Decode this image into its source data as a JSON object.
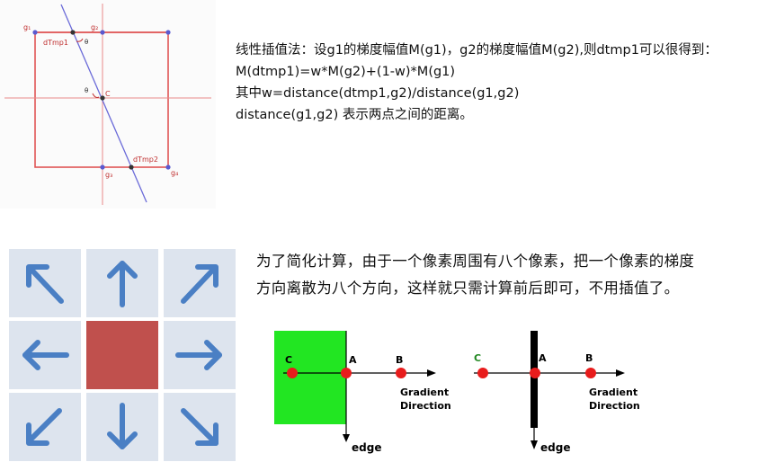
{
  "interp_diagram": {
    "labels": {
      "g1": "g₁",
      "g2": "g₂",
      "g3": "g₃",
      "g4": "g₄",
      "c": "C",
      "dtmp1": "dTmp1",
      "dtmp2": "dTmp2",
      "theta": "θ"
    },
    "colors": {
      "square": "#e05555",
      "grid_line": "#f0a8a8",
      "gradient_line": "#6a6ad8",
      "points": "#5a5ad0"
    }
  },
  "interp_text": {
    "line1": "线性插值法：设g1的梯度幅值M(g1)，g2的梯度幅值M(g2),则dtmp1可以很得到：",
    "line2": "M(dtmp1)=w*M(g2)+(1-w)*M(g1)",
    "line3": "其中w=distance(dtmp1,g2)/distance(g1,g2)",
    "line4": "distance(g1,g2) 表示两点之间的距离。"
  },
  "direction_grid": {
    "directions": [
      "north-west",
      "north",
      "north-east",
      "west",
      "center",
      "east",
      "south-west",
      "south",
      "south-east"
    ],
    "colors": {
      "cell": "#dde4ee",
      "center": "#c0504d",
      "arrow": "#4a7fc4"
    }
  },
  "simplify_text": {
    "line1": "为了简化计算，由于一个像素周围有八个像素，把一个像素的梯度",
    "line2": "方向离散为八个方向，这样就只需计算前后即可，不用插值了。"
  },
  "edge_diagram_left": {
    "c": "C",
    "a": "A",
    "b": "B",
    "gradient": "Gradient",
    "direction": "Direction",
    "edge": "edge",
    "colors": {
      "region": "#22e622",
      "point": "#e81c1c"
    }
  },
  "edge_diagram_right": {
    "c": "C",
    "a": "A",
    "b": "B",
    "gradient": "Gradient",
    "direction": "Direction",
    "edge": "edge",
    "colors": {
      "edge_bar": "#000000",
      "point": "#e81c1c",
      "c_label": "#228822"
    }
  }
}
